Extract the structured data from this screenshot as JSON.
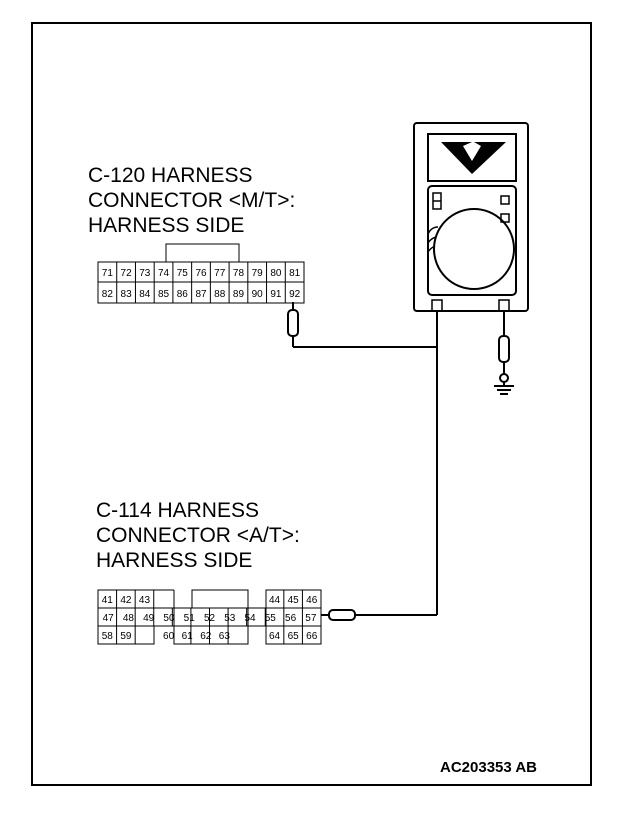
{
  "connector_c120": {
    "label_lines": [
      "C-120 HARNESS",
      "CONNECTOR <M/T>:",
      "HARNESS SIDE"
    ],
    "top_row": [
      "71",
      "72",
      "73",
      "74",
      "75",
      "76",
      "77",
      "78",
      "79",
      "80",
      "81"
    ],
    "bottom_row": [
      "82",
      "83",
      "84",
      "85",
      "86",
      "87",
      "88",
      "89",
      "90",
      "91",
      "92"
    ]
  },
  "connector_c114": {
    "label_lines": [
      "C-114 HARNESS",
      "CONNECTOR <A/T>:",
      "HARNESS SIDE"
    ],
    "row1": [
      "41",
      "42",
      "43",
      "",
      "",
      "",
      "",
      "",
      "44",
      "45",
      "46"
    ],
    "row2": [
      "47",
      "48",
      "49",
      "50",
      "51",
      "52",
      "53",
      "54",
      "55",
      "56",
      "57"
    ],
    "row3": [
      "58",
      "59",
      "",
      "60",
      "61",
      "62",
      "63",
      "",
      "64",
      "65",
      "66"
    ]
  },
  "reference_code": "AC203353 AB",
  "icons": [
    "multimeter-icon",
    "ground-icon",
    "probe-icon"
  ]
}
